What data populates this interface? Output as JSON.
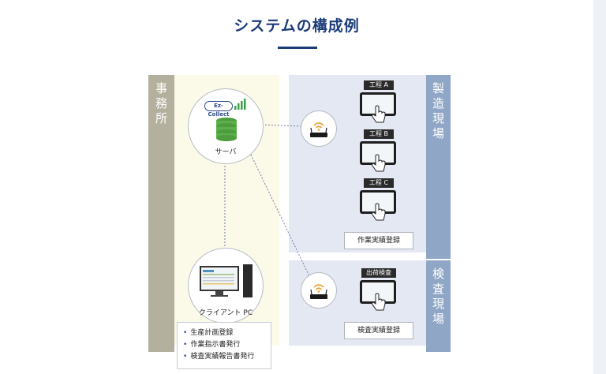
{
  "title": "システムの構成例",
  "zones": {
    "office": "事務所",
    "factory": "製造現場",
    "inspection": "検査現場"
  },
  "server": {
    "logo": "Ez-Collect",
    "label": "サーバ"
  },
  "client": {
    "label": "クライアント PC"
  },
  "processes": [
    {
      "tag": "工程 A"
    },
    {
      "tag": "工程 B"
    },
    {
      "tag": "工程 C"
    }
  ],
  "factory_action": "作業実績登録",
  "inspection": {
    "tag": "出荷検査",
    "action": "検査実績登録"
  },
  "client_tasks": [
    "生産計画登録",
    "作業指示書発行",
    "検査実績報告書発行"
  ],
  "colors": {
    "title": "#1c3c78",
    "office_bg": "#fbf9e8",
    "office_label": "#b4b09e",
    "factory_bg": "#e4e8f3",
    "factory_label": "#8fa6c6"
  }
}
